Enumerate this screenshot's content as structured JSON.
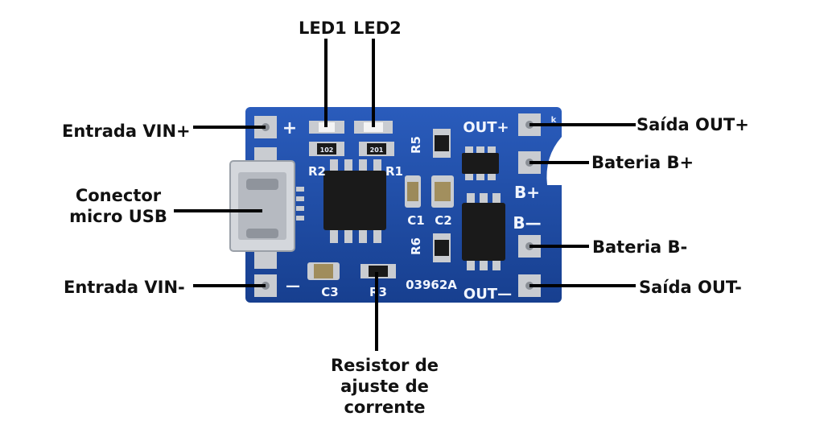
{
  "colors": {
    "pcb": "#1f4fa8",
    "pcb_dark": "#163b86",
    "pad": "#c9ccd1",
    "chip": "#1a1a1a",
    "leader": "#000000"
  },
  "labels": {
    "led1": "LED1",
    "led2": "LED2",
    "vin_plus": "Entrada VIN+",
    "vin_minus": "Entrada VIN-",
    "usb_line1": "Conector",
    "usb_line2": "micro USB",
    "out_plus": "Saída OUT+",
    "bat_plus": "Bateria B+",
    "bat_minus": "Bateria B-",
    "out_minus": "Saída OUT-",
    "resistor_line1": "Resistor de",
    "resistor_line2": "ajuste de",
    "resistor_line3": "corrente"
  },
  "board": {
    "plus": "+",
    "minus": "—",
    "r2": "R2",
    "r1": "R1",
    "r5": "R5",
    "r6": "R6",
    "c1": "C1",
    "c2": "C2",
    "c3": "C3",
    "r3": "R3",
    "code": "03962A",
    "out_plus": "OUT+",
    "out_minus": "OUT—",
    "b_plus": "B+",
    "b_minus": "B—",
    "smd_102": "102",
    "smd_201": "201",
    "k": "k"
  }
}
